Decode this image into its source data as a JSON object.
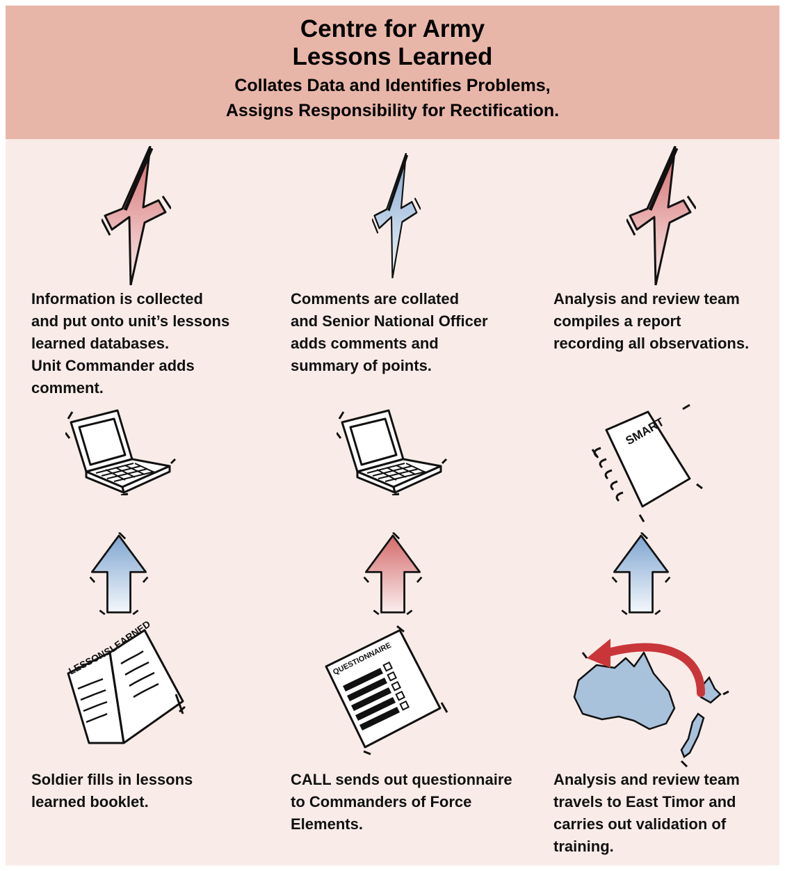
{
  "header": {
    "title_line1": "Centre for Army",
    "title_line2": "Lessons Learned",
    "subtitle_line1": "Collates Data and Identifies Problems,",
    "subtitle_line2": "Assigns Responsibility for Rectification."
  },
  "columns": [
    {
      "top_caption": "Information is collected\nand put onto unit’s lessons\nlearned databases.\nUnit Commander adds\ncomment.",
      "bottom_caption": "Soldier fills in lessons\nlearned booklet.",
      "booklet_left_text": "LESSONS",
      "booklet_right_text": "LEARNED"
    },
    {
      "top_caption": "Comments are collated\nand Senior National Officer\nadds comments and\nsummary of points.",
      "bottom_caption": "CALL sends out questionnaire\nto Commanders of Force\nElements.",
      "questionnaire_title": "QUESTIONNAIRE"
    },
    {
      "top_caption": "Analysis and review team\ncompiles a report\nrecording all observations.",
      "bottom_caption": "Analysis and review team\ntravels to East Timor and\ncarries out validation of\ntraining.",
      "notebook_text": "SMART"
    }
  ],
  "colors": {
    "header_bg": "#e8b6a8",
    "panel_bg": "#f9ece8",
    "red_accent": "#d98a86",
    "blue_accent": "#9ebddb",
    "map_fill": "#a9c2dc",
    "route_arrow": "#c9363a"
  },
  "icons": [
    "lightning-bolt-icon",
    "laptop-icon",
    "up-arrow-icon",
    "booklet-icon",
    "questionnaire-icon",
    "notebook-icon",
    "map-icon"
  ]
}
